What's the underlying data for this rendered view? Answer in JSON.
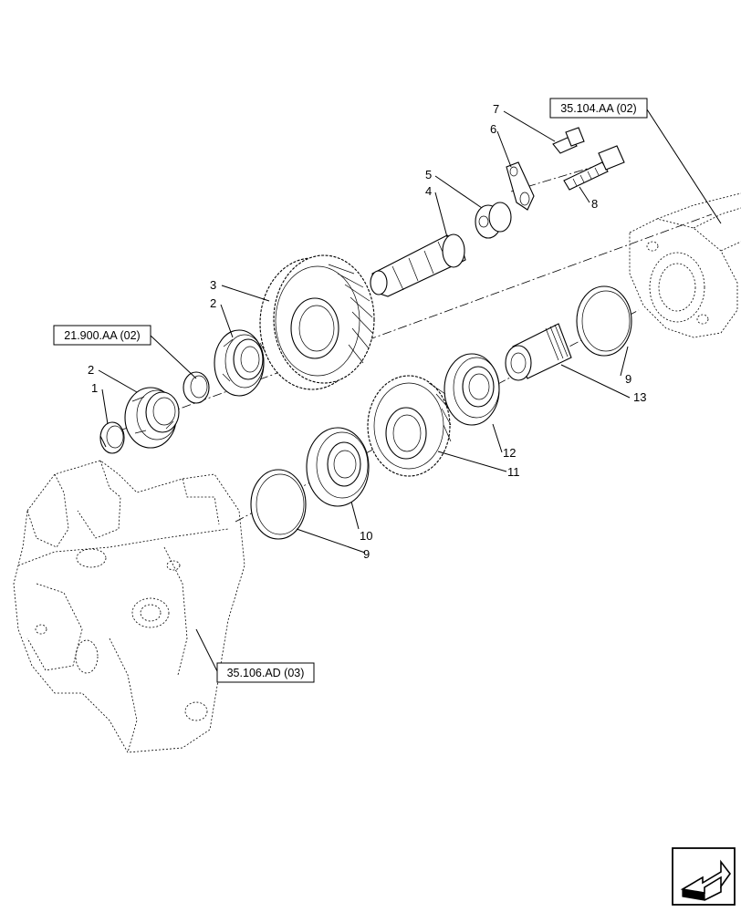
{
  "callouts": [
    {
      "id": "c1",
      "label": "1"
    },
    {
      "id": "c2a",
      "label": "2"
    },
    {
      "id": "c2b",
      "label": "2"
    },
    {
      "id": "c3",
      "label": "3"
    },
    {
      "id": "c4",
      "label": "4"
    },
    {
      "id": "c5",
      "label": "5"
    },
    {
      "id": "c6",
      "label": "6"
    },
    {
      "id": "c7",
      "label": "7"
    },
    {
      "id": "c8",
      "label": "8"
    },
    {
      "id": "c9a",
      "label": "9"
    },
    {
      "id": "c9b",
      "label": "9"
    },
    {
      "id": "c10",
      "label": "10"
    },
    {
      "id": "c11",
      "label": "11"
    },
    {
      "id": "c12",
      "label": "12"
    },
    {
      "id": "c13",
      "label": "13"
    }
  ],
  "references": [
    {
      "id": "ref-35-104",
      "label": "35.104.AA (02)"
    },
    {
      "id": "ref-21-900",
      "label": "21.900.AA (02)"
    },
    {
      "id": "ref-35-106",
      "label": "35.106.AD (03)"
    }
  ],
  "icons": {
    "nav": "next-page-arrow-icon"
  }
}
